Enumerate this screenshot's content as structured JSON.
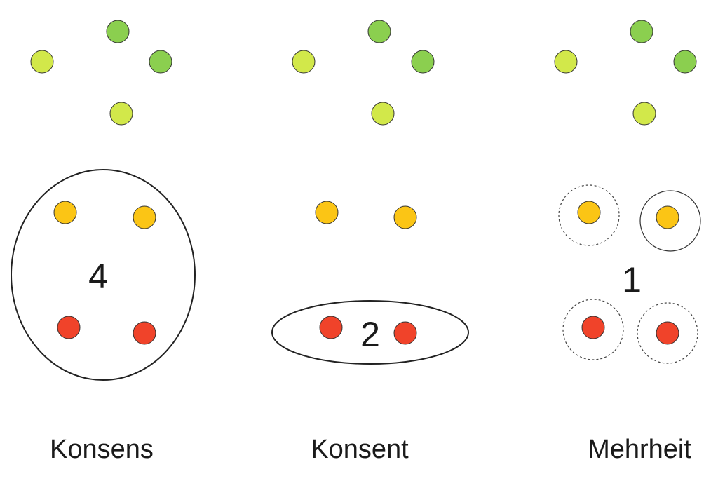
{
  "colors": {
    "green_dark": "#8BCF4F",
    "green_light": "#D2E84A",
    "yellow": "#FBC515",
    "red": "#F0432A"
  },
  "panels": [
    {
      "id": "konsens",
      "label": "Konsens",
      "number": "4",
      "grouping": "all-encircled"
    },
    {
      "id": "konsent",
      "label": "Konsent",
      "number": "2",
      "grouping": "red-pair-encircled"
    },
    {
      "id": "mehrheit",
      "label": "Mehrheit",
      "number": "1",
      "grouping": "individually-circled"
    }
  ]
}
